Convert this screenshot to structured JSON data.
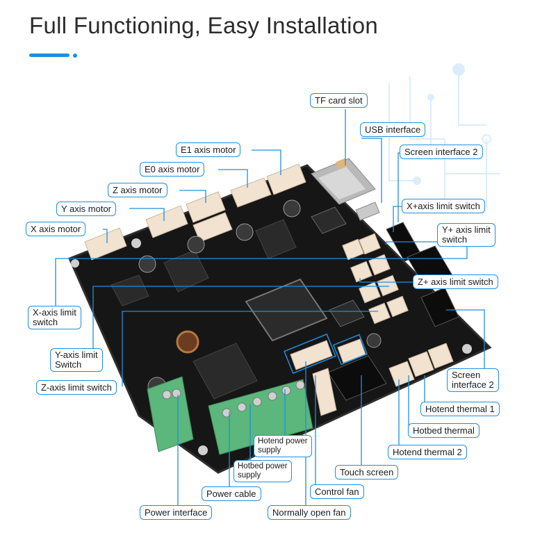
{
  "title": "Full Functioning, Easy Installation",
  "colors": {
    "accent": "#1e8fe0",
    "board": "#1a1a1a",
    "terminal": "#59b87a",
    "connector": "#f3e6d5",
    "heatsink": "#222222"
  },
  "labels": {
    "tf_card_slot": "TF card slot",
    "usb_interface": "USB interface",
    "screen_interface_2_top": "Screen interface 2",
    "e1_axis_motor": "E1 axis motor",
    "e0_axis_motor": "E0 axis motor",
    "z_axis_motor": "Z axis motor",
    "y_axis_motor": "Y axis motor",
    "x_axis_motor": "X axis motor",
    "x_plus_limit": "X+axis limit switch",
    "y_plus_limit_1": "Y+ axis limit",
    "y_plus_limit_2": "switch",
    "z_plus_limit": "Z+ axis limit switch",
    "x_axis_limit_1": "X-axis limit",
    "x_axis_limit_2": "switch",
    "y_axis_limit_1": "Y-axis limit",
    "y_axis_limit_2": "Switch",
    "z_axis_limit": "Z-axis limit switch",
    "screen_interface_2_bottom_1": "Screen",
    "screen_interface_2_bottom_2": "interface 2",
    "hotend_thermal_1": "Hotend thermal 1",
    "hotbed_thermal": "Hotbed thermal",
    "hotend_thermal_2": "Hotend thermal 2",
    "touch_screen": "Touch screen",
    "control_fan": "Control fan",
    "normally_open_fan": "Normally open fan",
    "hotend_power_1": "Hotend power",
    "hotend_power_2": "supply",
    "hotbed_power_1": "Hotbed power",
    "hotbed_power_2": "supply",
    "power_cable": "Power cable",
    "power_interface": "Power interface"
  }
}
